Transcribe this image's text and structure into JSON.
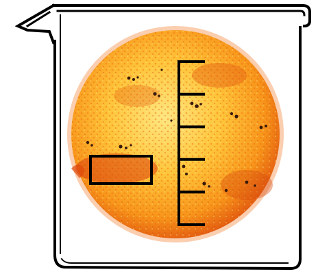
{
  "colors": {
    "outline": "#000000",
    "background": "#ffffff",
    "sun_core": "#ffe066",
    "sun_mid": "#ffb21f",
    "sun_edge": "#e8560c",
    "sun_dark": "#c8320a",
    "sunspot": "#3a1a0a"
  },
  "icons": {
    "container": "beaker-icon",
    "body": "sun-icon",
    "scale": "scale-bar",
    "highlight": "highlight-box"
  },
  "scale": {
    "tick_count": 6
  }
}
